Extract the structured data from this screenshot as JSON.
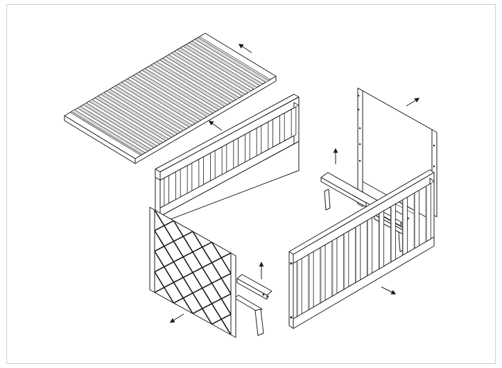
{
  "diagram": {
    "parts": [
      {
        "name": "slatted-bed-base",
        "slat_count": 22
      },
      {
        "name": "back-side-rail",
        "bar_count": 12
      },
      {
        "name": "lattice-end-panel"
      },
      {
        "name": "plain-end-panel"
      },
      {
        "name": "front-side-rail",
        "bar_count": 12
      },
      {
        "name": "left-base-frame"
      },
      {
        "name": "right-base-frame"
      }
    ],
    "arrow_directions": [
      "up-left",
      "up-left",
      "up-right",
      "up",
      "up",
      "down-left",
      "down-right"
    ],
    "colors": {
      "line": "#1a1a1a",
      "border": "#cfcfcf",
      "background": "#ffffff",
      "slat_shade": "#d9d9d9"
    }
  }
}
